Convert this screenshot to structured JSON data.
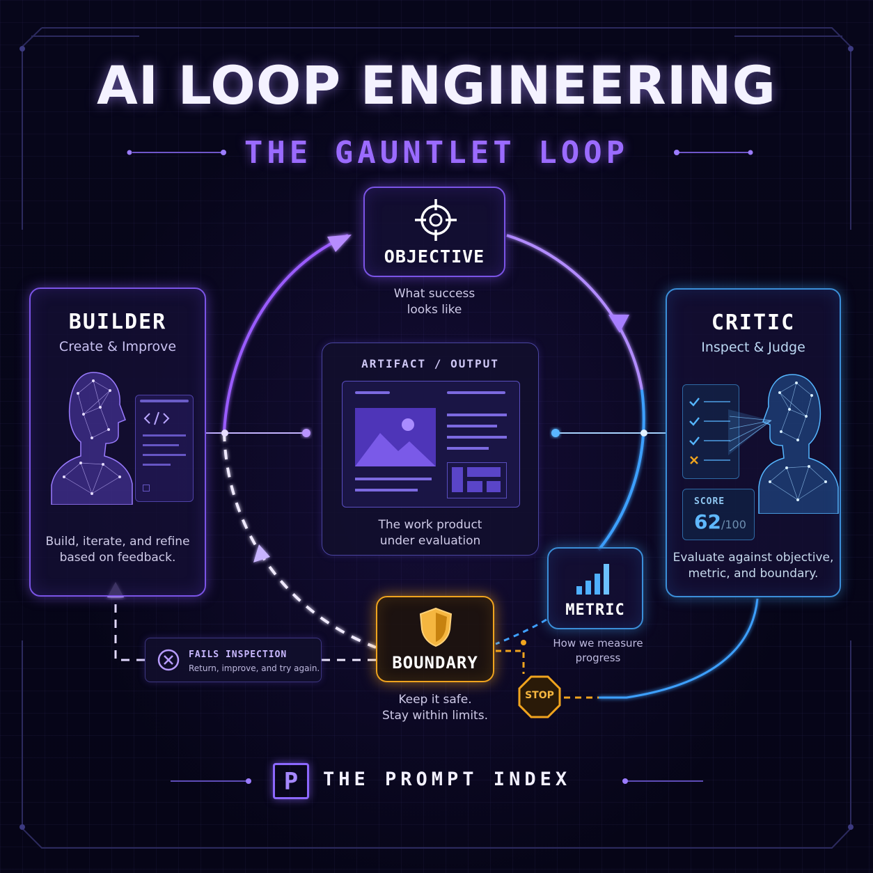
{
  "header": {
    "title": "AI LOOP ENGINEERING",
    "subtitle": "THE GAUNTLET LOOP"
  },
  "objective": {
    "label": "OBJECTIVE",
    "description_line1": "What success",
    "description_line2": "looks like",
    "icon": "crosshair-icon"
  },
  "builder": {
    "title": "BUILDER",
    "subtitle": "Create & Improve",
    "description_line1": "Build, iterate, and refine",
    "description_line2": "based on feedback.",
    "icon": "code-icon"
  },
  "critic": {
    "title": "CRITIC",
    "subtitle": "Inspect & Judge",
    "score_label": "SCORE",
    "score_value": "62",
    "score_max": "/100",
    "description_line1": "Evaluate against objective,",
    "description_line2": "metric, and boundary.",
    "icon": "checklist-icon"
  },
  "artifact": {
    "title": "ARTIFACT / OUTPUT",
    "description_line1": "The work product",
    "description_line2": "under evaluation",
    "icon": "image-icon"
  },
  "metric": {
    "label": "METRIC",
    "description_line1": "How we measure",
    "description_line2": "progress",
    "icon": "bar-chart-icon"
  },
  "boundary": {
    "label": "BOUNDARY",
    "description_line1": "Keep it safe.",
    "description_line2": "Stay within limits.",
    "icon": "shield-icon"
  },
  "fails": {
    "title": "FAILS INSPECTION",
    "description": "Return, improve, and try again.",
    "icon": "close-circle-icon"
  },
  "stop": {
    "label": "STOP",
    "icon": "stop-sign-icon"
  },
  "footer": {
    "brand": "THE PROMPT INDEX",
    "logo_letter": "P",
    "icon": "logo-icon"
  },
  "colors": {
    "violet": "#7b54e6",
    "blue": "#3b8fd9",
    "gold": "#f0a41e",
    "background": "#07061a"
  }
}
